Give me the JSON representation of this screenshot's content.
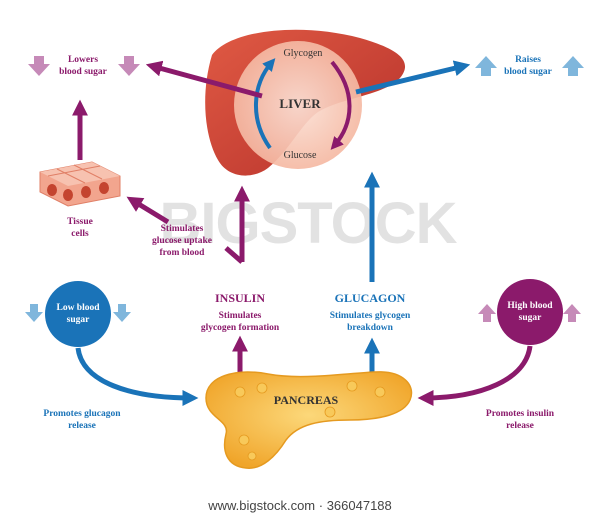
{
  "diagram": {
    "liver": {
      "title": "LIVER",
      "glycogen": "Glycogen",
      "glucose": "Glucose"
    },
    "lowers": {
      "label_line1": "Lowers",
      "label_line2": "blood sugar"
    },
    "raises": {
      "label_line1": "Raises",
      "label_line2": "blood sugar"
    },
    "tissue": {
      "label_line1": "Tissue",
      "label_line2": "cells"
    },
    "stimulates_uptake": {
      "line1": "Stimulates",
      "line2": "glucose uptake",
      "line3": "from blood"
    },
    "insulin": {
      "title": "INSULIN",
      "line1": "Stimulates",
      "line2": "glycogen formation"
    },
    "glucagon": {
      "title": "GLUCAGON",
      "line1": "Stimulates glycogen",
      "line2": "breakdown"
    },
    "low_blood_sugar": {
      "line1": "Low blood",
      "line2": "sugar"
    },
    "high_blood_sugar": {
      "line1": "High blood",
      "line2": "sugar"
    },
    "pancreas": {
      "title": "PANCREAS"
    },
    "promotes_glucagon": {
      "line1": "Promotes glucagon",
      "line2": "release"
    },
    "promotes_insulin": {
      "line1": "Promotes insulin",
      "line2": "release"
    },
    "watermark": "BIGSTOCK",
    "footer": "www.bigstock.com · 366047188"
  },
  "colors": {
    "insulin": "#8b1a6b",
    "glucagon": "#1a73b8",
    "liver_dark": "#c0392b",
    "liver_light": "#e8735a",
    "pancreas": "#f4b63c",
    "tissue": "#f2a58e",
    "down_arrow": "#c68ab8",
    "up_arrow": "#7fb6dc"
  }
}
